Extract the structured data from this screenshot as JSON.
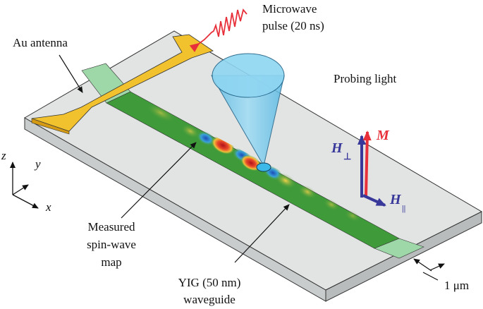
{
  "labels": {
    "microwave_line1": "Microwave",
    "microwave_line2": "pulse (20 ns)",
    "antenna": "Au antenna",
    "probing": "Probing light",
    "measured_line1": "Measured",
    "measured_line2": "spin-wave",
    "measured_line3": "map",
    "yig_line1": "YIG (50 nm)",
    "yig_line2": "waveguide",
    "width": "1 μm"
  },
  "axes": {
    "z": "z",
    "y": "y",
    "x": "x"
  },
  "vectors": {
    "M": "M",
    "H_perp_base": "H",
    "H_perp_sub": "⊥",
    "H_par_base": "H",
    "H_par_sub": "||"
  },
  "colors": {
    "substrate_top": "#e2e4e4",
    "substrate_side": "#c9cccd",
    "antenna": "#f2c12e",
    "waveguide_end": "#9fd8a8",
    "waveguide": "#3f9a3a",
    "cone": "#7fd0ef",
    "pulse": "#e8303a",
    "M_arrow": "#e8303a",
    "H_arrow": "#38379a"
  }
}
